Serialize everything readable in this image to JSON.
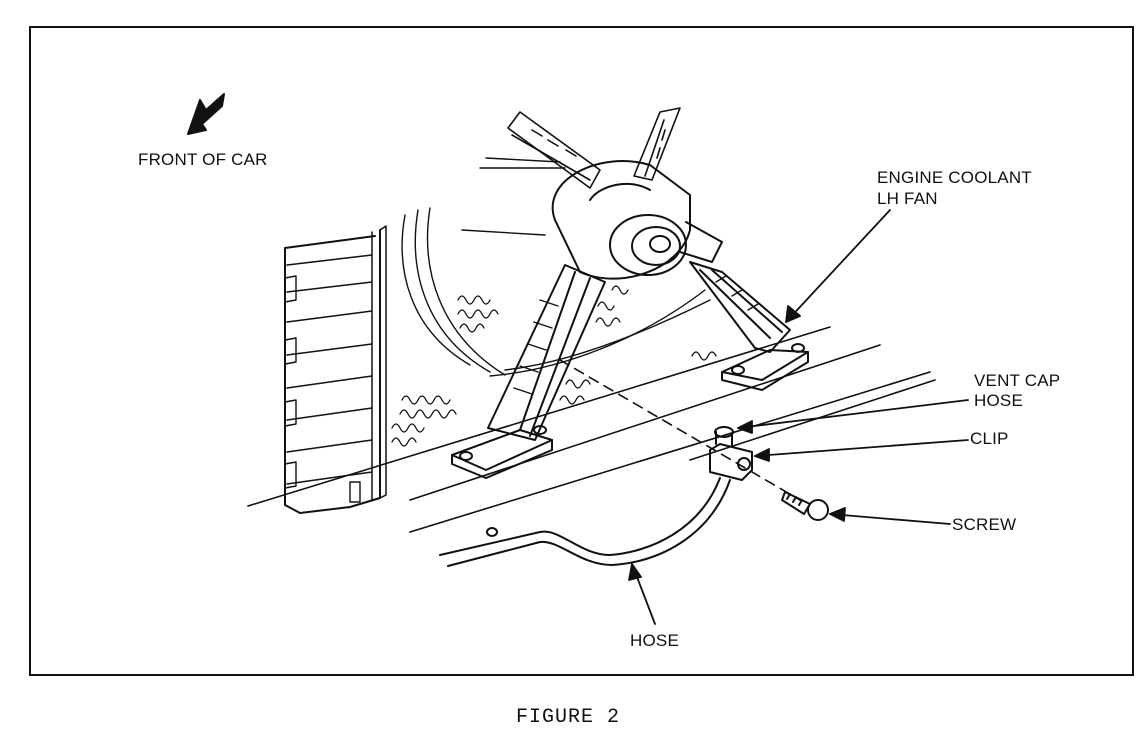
{
  "labels": {
    "front_of_car": "FRONT OF CAR",
    "fan_line1": "ENGINE COOLANT",
    "fan_line2": "LH FAN",
    "vent_line1": "VENT CAP",
    "vent_line2": "HOSE",
    "clip": "CLIP",
    "screw": "SCREW",
    "hose": "HOSE"
  },
  "caption": "FIGURE 2"
}
